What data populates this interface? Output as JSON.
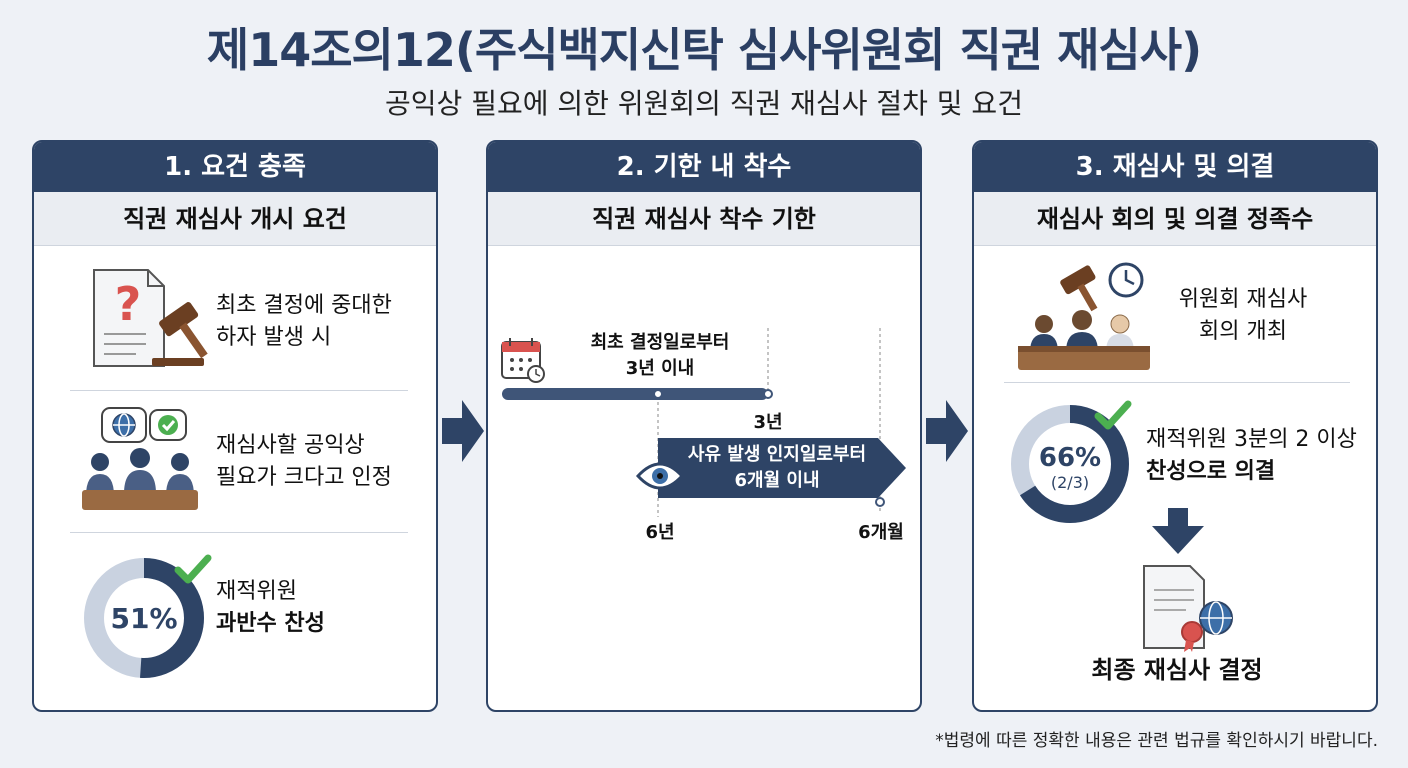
{
  "title": "제14조의12(주식백지신탁 심사위원회 직권 재심사)",
  "subtitle": "공익상 필요에 의한 위원회의 직권 재심사 절차 및 요건",
  "panels": [
    {
      "header": "1. 요건 충족",
      "subheader": "직권 재심사 개시 요건",
      "items": [
        {
          "line1": "최초 결정에 중대한",
          "line2": "하자 발생 시"
        },
        {
          "line1": "재심사할 공익상",
          "line2": "필요가 크다고 인정"
        },
        {
          "line1": "재적위원",
          "line2": "과반수 찬성",
          "percent": "51%",
          "value": 0.51
        }
      ]
    },
    {
      "header": "2. 기한 내 착수",
      "subheader": "직권 재심사 착수 기한",
      "timeline": {
        "bar1_line1": "최초 결정일로부터",
        "bar1_line2": "3년 이내",
        "bar1_label": "3년",
        "bar2_line1": "사유 발생 인지일로부터",
        "bar2_line2": "6개월 이내",
        "bar2_start_label": "6년",
        "bar2_end_label": "6개월"
      }
    },
    {
      "header": "3. 재심사 및 의결",
      "subheader": "재심사 회의 및 의결 정족수",
      "meeting_line1": "위원회 재심사",
      "meeting_line2": "회의 개최",
      "vote_percent": "66%",
      "vote_fraction": "(2/3)",
      "vote_value": 0.66,
      "vote_line1": "재적위원 3분의 2 이상",
      "vote_line2": "찬성으로 의결",
      "final": "최종 재심사 결정"
    }
  ],
  "footnote": "*법령에 따른 정확한 내용은 관련 법규를 확인하시기 바랍니다.",
  "colors": {
    "navy": "#2e4466",
    "light": "#c9d2e0",
    "green": "#4caf50",
    "red": "#d9534f"
  }
}
